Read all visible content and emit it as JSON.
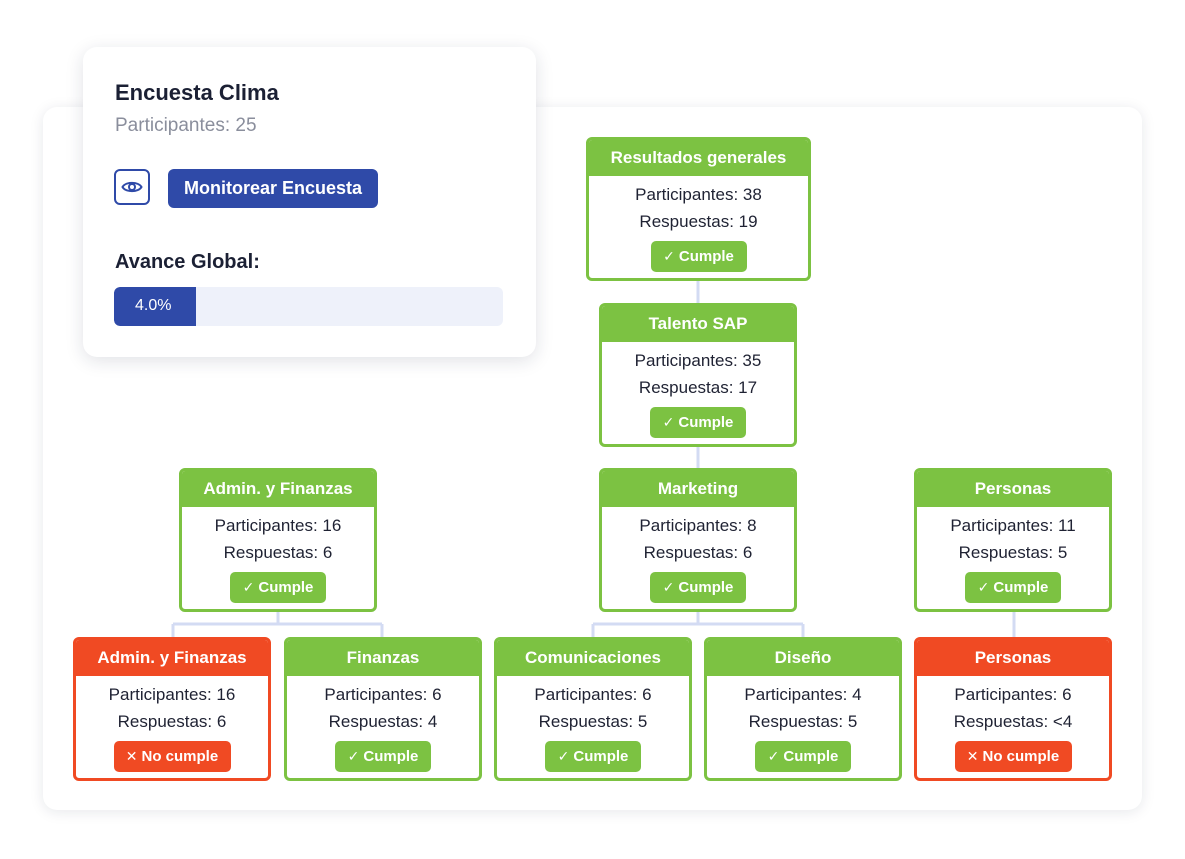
{
  "survey": {
    "title": "Encuesta Clima",
    "participants_label": "Participantes: 25",
    "eye_icon": "eye-icon",
    "monitor_button": "Monitorear Encuesta",
    "progress_label": "Avance Global:",
    "progress_value": 0.04,
    "progress_text": "4.0%"
  },
  "colors": {
    "ok": "#7cc242",
    "fail": "#f04a23",
    "primary": "#2f4aa8",
    "connector": "#d3dbf3"
  },
  "tree": {
    "general": {
      "title": "Resultados generales",
      "participants": "Participantes: 38",
      "responses": "Respuestas: 19",
      "status": "Cumple"
    },
    "talento": {
      "title": "Talento SAP",
      "participants": "Participantes: 35",
      "responses": "Respuestas: 17",
      "status": "Cumple"
    },
    "admin_parent": {
      "title": "Admin. y Finanzas",
      "participants": "Participantes: 16",
      "responses": "Respuestas: 6",
      "status": "Cumple"
    },
    "marketing": {
      "title": "Marketing",
      "participants": "Participantes: 8",
      "responses": "Respuestas: 6",
      "status": "Cumple"
    },
    "personas_parent": {
      "title": "Personas",
      "participants": "Participantes: 11",
      "responses": "Respuestas: 5",
      "status": "Cumple"
    },
    "admin_child": {
      "title": "Admin. y Finanzas",
      "participants": "Participantes: 16",
      "responses": "Respuestas: 6",
      "status": "No cumple"
    },
    "finanzas": {
      "title": "Finanzas",
      "participants": "Participantes: 6",
      "responses": "Respuestas: 4",
      "status": "Cumple"
    },
    "comunicaciones": {
      "title": "Comunicaciones",
      "participants": "Participantes: 6",
      "responses": "Respuestas: 5",
      "status": "Cumple"
    },
    "diseno": {
      "title": "Diseño",
      "participants": "Participantes: 4",
      "responses": "Respuestas: 5",
      "status": "Cumple"
    },
    "personas_child": {
      "title": "Personas",
      "participants": "Participantes: 6",
      "responses": "Respuestas: <4",
      "status": "No cumple"
    }
  }
}
